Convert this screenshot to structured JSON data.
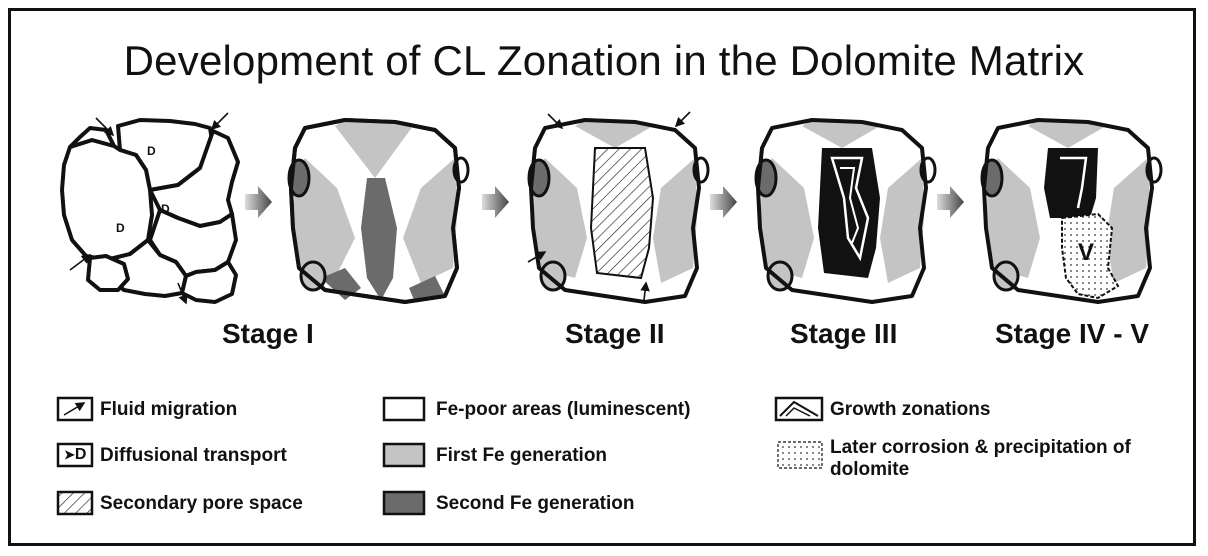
{
  "title": "Development of CL Zonation in the Dolomite Matrix",
  "stages": [
    {
      "label": "Stage I"
    },
    {
      "label": "Stage II"
    },
    {
      "label": "Stage III"
    },
    {
      "label": "Stage IV - V"
    }
  ],
  "grain_labels": {
    "diffusion": "D",
    "corrosion_zone": "V"
  },
  "legend": {
    "fluid_migration": "Fluid migration",
    "diffusion_key": "D",
    "diffusional_transport": "Diffusional transport",
    "secondary_pore_space": "Secondary pore space",
    "fe_poor": "Fe-poor areas (luminescent)",
    "first_fe": "First Fe generation",
    "second_fe": "Second Fe generation",
    "growth_zonations": "Growth zonations",
    "later_corrosion": "Later corrosion & precipitation of dolomite"
  },
  "colors": {
    "first_fe": "#c4c4c4",
    "second_fe": "#6b6b6b",
    "fe_poor": "#ffffff",
    "outline": "#111111",
    "arrow": "#555555"
  }
}
